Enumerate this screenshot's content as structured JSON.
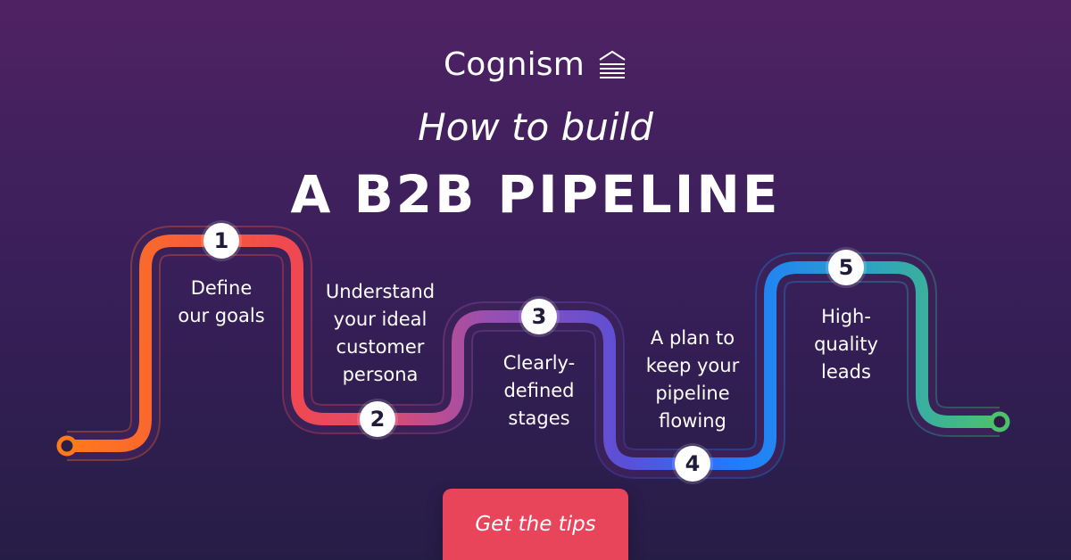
{
  "brand": {
    "name": "Cognism",
    "logo_icon": "stacked-chevrons-icon"
  },
  "header": {
    "subtitle": "How to build",
    "title": "A B2B PIPELINE"
  },
  "steps": [
    {
      "number": "1",
      "label": [
        "Define",
        "our goals"
      ]
    },
    {
      "number": "2",
      "label": [
        "Understand",
        "your ideal",
        "customer",
        "persona"
      ]
    },
    {
      "number": "3",
      "label": [
        "Clearly-",
        "defined",
        "stages"
      ]
    },
    {
      "number": "4",
      "label": [
        "A plan to",
        "keep your",
        "pipeline",
        "flowing"
      ]
    },
    {
      "number": "5",
      "label": [
        "High-",
        "quality",
        "leads"
      ]
    }
  ],
  "cta": {
    "label": "Get the tips"
  },
  "colors": {
    "orange": "#ff7a1a",
    "red": "#f04850",
    "purple": "#9a4fb0",
    "blue": "#1f7cff",
    "green": "#4cc26a",
    "cta": "#e8455a"
  }
}
